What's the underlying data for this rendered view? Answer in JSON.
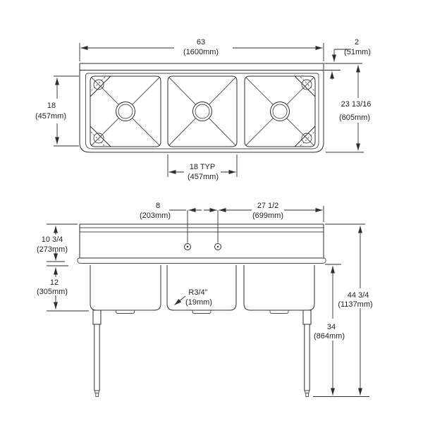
{
  "colors": {
    "line": "#2e2e2e",
    "text": "#1f1f1f",
    "background": "#ffffff"
  },
  "top_view": {
    "overall_width": {
      "value": "63",
      "metric": "(1600mm)"
    },
    "rim_edge": {
      "value": "2",
      "metric": "(51mm)"
    },
    "bowl_front_to_back": {
      "value": "18",
      "metric": "(457mm)"
    },
    "overall_front_to_back": {
      "value": "23 13/16",
      "metric": "(605mm)"
    },
    "bowl_width_typical": {
      "value": "18 TYP",
      "metric": "(457mm)"
    }
  },
  "front_view": {
    "faucet_hole_spacing": {
      "value": "8",
      "metric": "(203mm)"
    },
    "faucet_to_right_edge": {
      "value": "27 1/2",
      "metric": "(699mm)"
    },
    "top_to_bowl_underside": {
      "value": "10 3/4",
      "metric": "(273mm)"
    },
    "bowl_depth": {
      "value": "12",
      "metric": "(305mm)"
    },
    "corner_radius": {
      "value": "R3/4\"",
      "metric": "(19mm)"
    },
    "underside_to_floor": {
      "value": "34",
      "metric": "(864mm)"
    },
    "overall_height": {
      "value": "44 3/4",
      "metric": "(1137mm)"
    }
  }
}
